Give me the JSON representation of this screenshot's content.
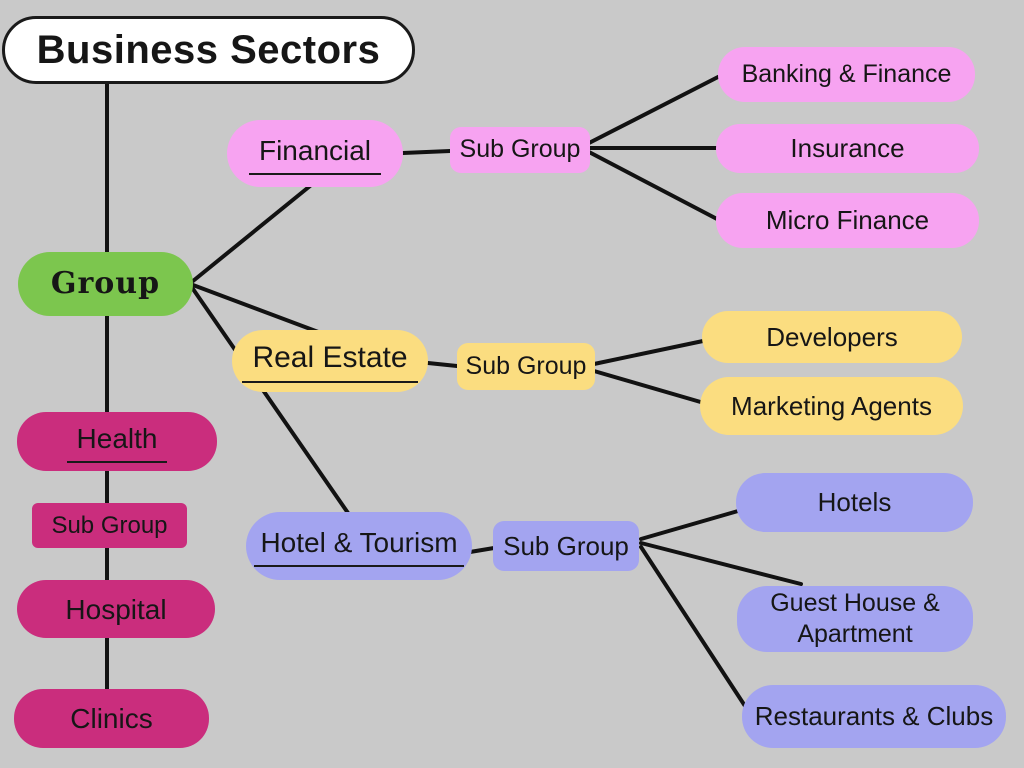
{
  "title": {
    "label": "Business Sectors"
  },
  "root": {
    "label": "Group"
  },
  "branches": {
    "financial": {
      "label": "Financial",
      "sub_group": "Sub Group",
      "children": [
        "Banking & Finance",
        "Insurance",
        "Micro Finance"
      ]
    },
    "real_estate": {
      "label": "Real Estate",
      "sub_group": "Sub Group",
      "children": [
        "Developers",
        "Marketing Agents"
      ]
    },
    "hotel_tourism": {
      "label": "Hotel & Tourism",
      "sub_group": "Sub Group",
      "children": [
        "Hotels",
        "Guest House & Apartment",
        "Restaurants & Clubs"
      ]
    },
    "health": {
      "label": "Health",
      "sub_group": "Sub Group",
      "children": [
        "Hospital",
        "Clinics"
      ]
    }
  },
  "edges": [
    {
      "from": "business-sectors",
      "to": "group"
    },
    {
      "from": "group",
      "to": "financial"
    },
    {
      "from": "group",
      "to": "real-estate"
    },
    {
      "from": "group",
      "to": "hotel-tourism"
    },
    {
      "from": "group",
      "to": "health"
    },
    {
      "from": "financial",
      "to": "sub-group-financial"
    },
    {
      "from": "sub-group-financial",
      "to": "banking-finance"
    },
    {
      "from": "sub-group-financial",
      "to": "insurance"
    },
    {
      "from": "sub-group-financial",
      "to": "micro-finance"
    },
    {
      "from": "real-estate",
      "to": "sub-group-real-estate"
    },
    {
      "from": "sub-group-real-estate",
      "to": "developers"
    },
    {
      "from": "sub-group-real-estate",
      "to": "marketing-agents"
    },
    {
      "from": "hotel-tourism",
      "to": "sub-group-hotel"
    },
    {
      "from": "sub-group-hotel",
      "to": "hotels"
    },
    {
      "from": "sub-group-hotel",
      "to": "guest-house-apartment"
    },
    {
      "from": "sub-group-hotel",
      "to": "restaurants-clubs"
    },
    {
      "from": "health",
      "to": "sub-group-health"
    },
    {
      "from": "sub-group-health",
      "to": "hospital"
    },
    {
      "from": "hospital",
      "to": "clinics"
    }
  ],
  "colors": {
    "background": "#c9c9c9",
    "root_green": "#7cc64e",
    "financial_pink": "#f7a3f1",
    "real_estate_yellow": "#fbdd80",
    "hotel_purple": "#a3a4f0",
    "health_magenta": "#ca2d7d",
    "connector_black": "#121212",
    "title_white": "#ffffff"
  }
}
